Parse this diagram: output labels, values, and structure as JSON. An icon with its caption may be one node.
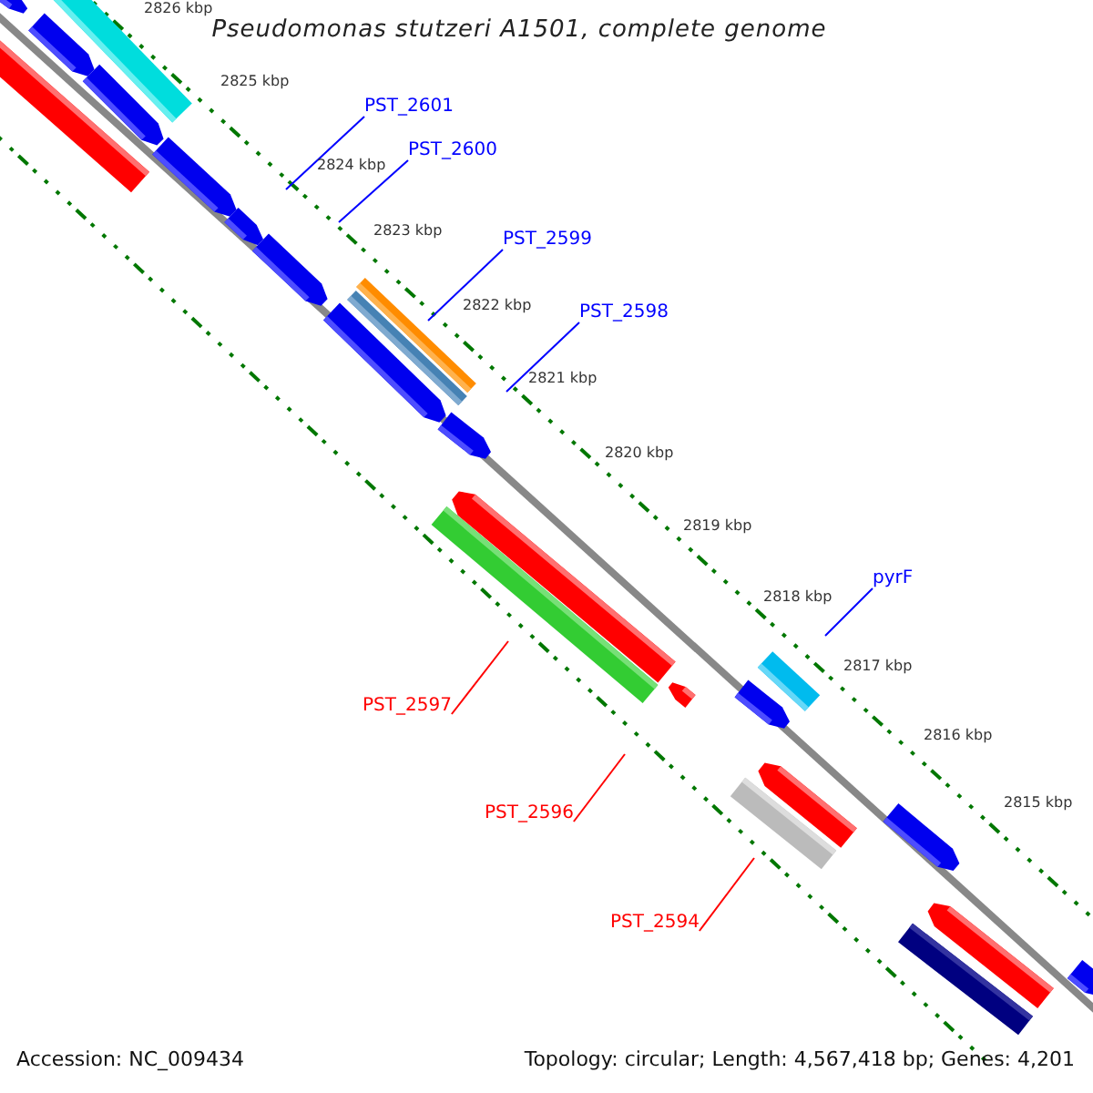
{
  "diagram": {
    "title": "Pseudomonas stutzeri A1501, complete genome",
    "nodes": [
      {
        "text": [
          "PST_2601"
        ]
      },
      {
        "text": [
          "PST_2600"
        ]
      },
      {
        "text": [
          "PST_2599"
        ]
      },
      {
        "text": [
          "PST_2598"
        ]
      },
      {
        "text": [
          "pyrF"
        ]
      },
      {
        "text": [
          "PST_2597"
        ]
      },
      {
        "text": [
          "PST_2596"
        ]
      },
      {
        "text": [
          "PST_2594"
        ]
      }
    ],
    "edges": [
      {
        "from": 0,
        "to": null,
        "arrow": "none"
      },
      {
        "from": 1,
        "to": null,
        "arrow": "none"
      },
      {
        "from": 2,
        "to": null,
        "arrow": "none"
      },
      {
        "from": 3,
        "to": null,
        "arrow": "none"
      },
      {
        "from": 4,
        "to": null,
        "arrow": "none"
      },
      {
        "from": 5,
        "to": null,
        "arrow": "none",
        "color": "#ff0000"
      },
      {
        "from": 6,
        "to": null,
        "arrow": "none",
        "color": "#ff0000"
      },
      {
        "from": 7,
        "to": null,
        "arrow": "none",
        "color": "#ff0000"
      }
    ],
    "labels": [
      "2826 kbp",
      "2825 kbp",
      "2824 kbp",
      "2823 kbp",
      "2822 kbp",
      "2821 kbp",
      "2820 kbp",
      "2819 kbp",
      "2818 kbp",
      "2817 kbp",
      "2816 kbp",
      "2815 kbp",
      "Accession: NC_009434",
      "Topology: circular; Length: 4,567,418 bp; Genes: 4,201"
    ]
  }
}
